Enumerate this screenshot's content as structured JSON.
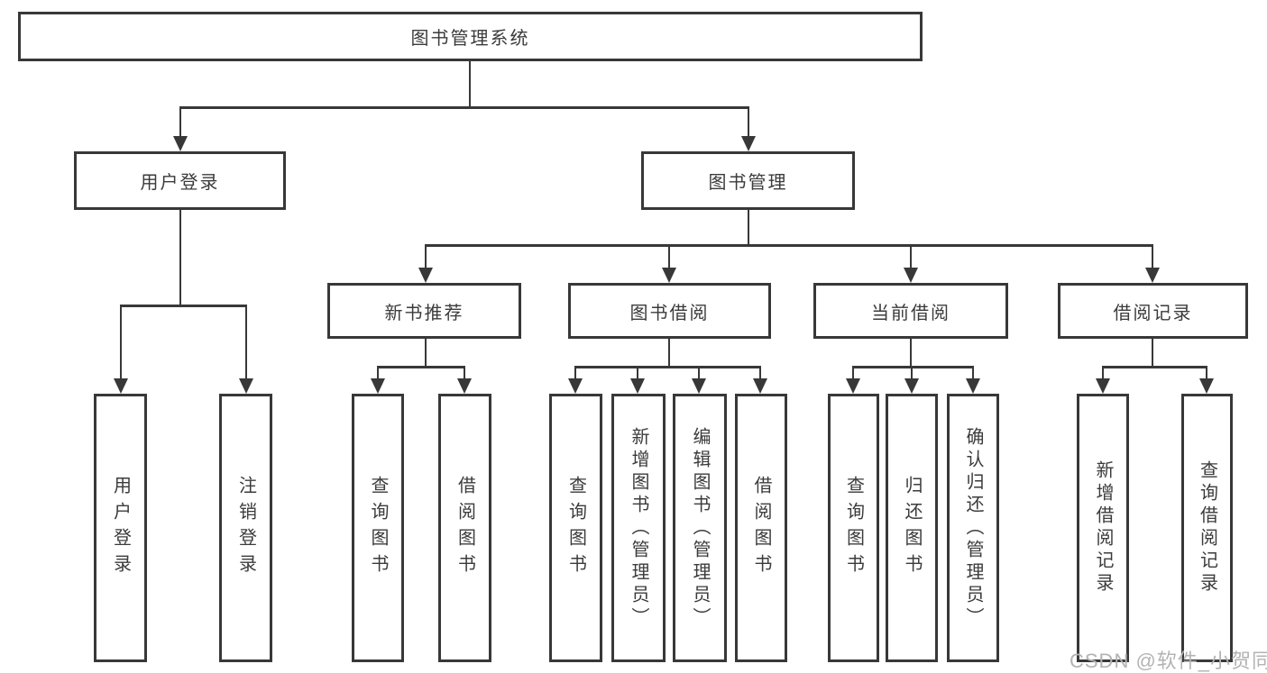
{
  "colors": {
    "line": "#383838",
    "text": "#3b3b3b",
    "watermark": "#b3b3b3",
    "box_bg": "#ffffff"
  },
  "nodes": {
    "root": {
      "label": "图书管理系统"
    },
    "level2": {
      "user_login": {
        "label": "用户登录"
      },
      "book_mgmt": {
        "label": "图书管理"
      }
    },
    "level3": {
      "new_book_rec": {
        "label": "新书推荐"
      },
      "book_borrow": {
        "label": "图书借阅"
      },
      "current_borrow": {
        "label": "当前借阅"
      },
      "borrow_record": {
        "label": "借阅记录"
      }
    },
    "leaves": {
      "user_login": [
        "用户登录",
        "注销登录"
      ],
      "new_book_rec": [
        "查询图书",
        "借阅图书"
      ],
      "book_borrow": [
        "查询图书",
        "新增图书（管理员）",
        "编辑图书（管理员）",
        "借阅图书"
      ],
      "current_borrow": [
        "查询图书",
        "归还图书",
        "确认归还（管理员）"
      ],
      "borrow_record": [
        "新增借阅记录",
        "查询借阅记录"
      ]
    }
  },
  "watermark": {
    "text": "CSDN @软件_小贺同学"
  }
}
